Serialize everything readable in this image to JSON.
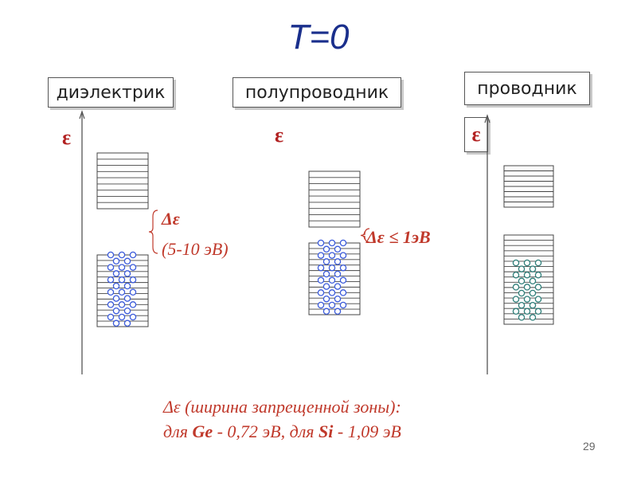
{
  "title": "T=0",
  "columns": [
    {
      "label": "диэлектрик",
      "axis_symbol": "ε"
    },
    {
      "label": "полупроводник",
      "axis_symbol": "ε"
    },
    {
      "label": "проводник",
      "axis_symbol": "ε"
    }
  ],
  "gaps": {
    "dielectric_symbol": "Δε",
    "dielectric_range": "(5-10 эВ)",
    "semiconductor_text": "Δε ≤ 1эВ"
  },
  "note": {
    "line1": "Δε (ширина запрещенной зоны):",
    "line2_prefix": "для ",
    "ge": "Ge",
    "line2_mid": " - 0,72 эВ, для ",
    "si": "Si",
    "line2_suffix": " - 1,09 эВ"
  },
  "page_number": "29",
  "colors": {
    "title": "#1a2f8c",
    "axis_symbol": "#b22222",
    "gap_text": "#c0392b",
    "electron_blue": "#3b5bdb",
    "electron_teal": "#2f7f7a"
  }
}
